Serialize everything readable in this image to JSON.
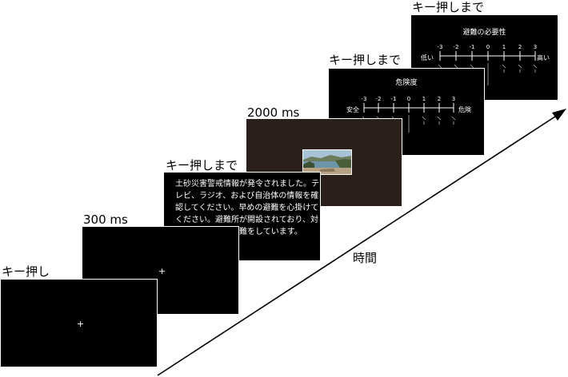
{
  "steps": [
    {
      "label": "キー押し"
    },
    {
      "label": "300 ms"
    },
    {
      "label": "キー押しまで",
      "message": "土砂災害警戒情報が発令されました。テレビ、ラジオ、および自治体の情報を確認してください。早めの避難を心掛けてください。避難所が開設されており、対象地域の住民が避難をしています。"
    },
    {
      "label": "2000 ms"
    },
    {
      "label": "キー押しまで",
      "scale": {
        "title": "危険度",
        "left_anchor": "安全",
        "right_anchor": "危険",
        "ticks": [
          "-3",
          "-2",
          "-1",
          "0",
          "1",
          "2",
          "3"
        ]
      }
    },
    {
      "label": "キー押しまで",
      "scale": {
        "title": "避難の必要性",
        "left_anchor": "低い",
        "right_anchor": "高い",
        "ticks": [
          "-3",
          "-2",
          "-1",
          "0",
          "1",
          "2",
          "3"
        ]
      }
    }
  ],
  "fixation_symbol": "+",
  "time_axis_label": "時間",
  "colors": {
    "screen": "#000000",
    "foreground": "#ffffff",
    "arrow": "#000000",
    "photo_bg": "#2a1f1b"
  }
}
